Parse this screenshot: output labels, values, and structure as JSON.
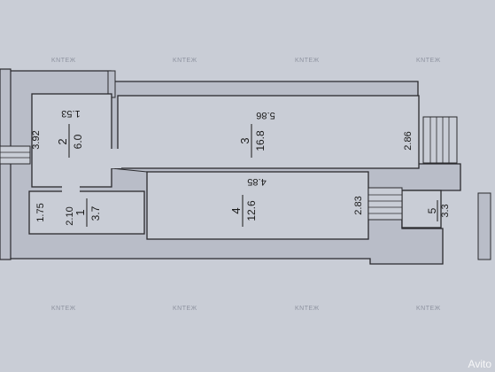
{
  "plan": {
    "rooms": [
      {
        "number": "1",
        "area": "3.7",
        "width": "1.75",
        "length": "2.10"
      },
      {
        "number": "2",
        "area": "6.0",
        "width": "1.53",
        "length": "3.92"
      },
      {
        "number": "3",
        "area": "16.8",
        "width": "5.86",
        "length": "2.86"
      },
      {
        "number": "4",
        "area": "12.6",
        "width": "4.85",
        "length": "2.83"
      },
      {
        "number": "5",
        "area": "3.3"
      }
    ],
    "watermark": "KNTEЖ"
  },
  "site_badge": "Avito",
  "colors": {
    "background": "#c9cdd6",
    "wall": "#2a2a2e",
    "wall_fill": "#b9bdc8"
  }
}
